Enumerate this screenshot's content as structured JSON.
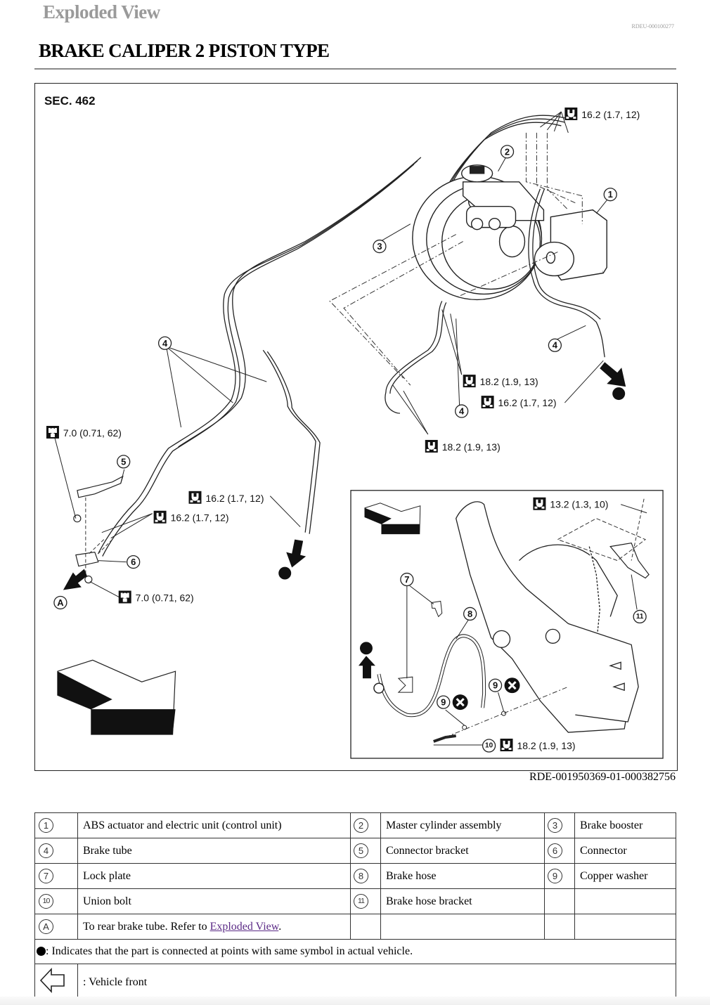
{
  "header": {
    "section_title": "Exploded View",
    "doc_id": "RDEU-000100277",
    "page_title": "BRAKE CALIPER 2 PISTON TYPE"
  },
  "figure": {
    "section_label": "SEC. 462",
    "reference_id": "RDE-001950369-01-000382756",
    "torque_labels": {
      "t1": "16.2 (1.7, 12)",
      "t2": "18.2 (1.9, 13)",
      "t3": "16.2 (1.7, 12)",
      "t4": "18.2 (1.9, 13)",
      "t5": "7.0 (0.71, 62)",
      "t6": "16.2 (1.7, 12)",
      "t7": "16.2 (1.7, 12)",
      "t8": "7.0 (0.71, 62)",
      "t9": "13.2 (1.3, 10)",
      "t10": "18.2 (1.9, 13)"
    },
    "callouts": {
      "c1": "1",
      "c2": "2",
      "c3": "3",
      "c4": "4",
      "c5": "5",
      "c6": "6",
      "c7": "7",
      "c8": "8",
      "c9": "9",
      "c10": "10",
      "c11": "11",
      "cA": "A"
    }
  },
  "legend": {
    "rows": [
      [
        {
          "num": "1",
          "label": "ABS actuator and electric unit (control unit)"
        },
        {
          "num": "2",
          "label": "Master cylinder assembly"
        },
        {
          "num": "3",
          "label": "Brake booster"
        }
      ],
      [
        {
          "num": "4",
          "label": "Brake tube"
        },
        {
          "num": "5",
          "label": "Connector bracket"
        },
        {
          "num": "6",
          "label": "Connector"
        }
      ],
      [
        {
          "num": "7",
          "label": "Lock plate"
        },
        {
          "num": "8",
          "label": "Brake hose"
        },
        {
          "num": "9",
          "label": "Copper washer"
        }
      ],
      [
        {
          "num": "10",
          "label": "Union bolt"
        },
        {
          "num": "11",
          "label": "Brake hose bracket"
        },
        {
          "num": "",
          "label": ""
        }
      ]
    ],
    "row_a": {
      "num": "A",
      "label_prefix": "To rear brake tube. Refer to ",
      "link": "Exploded View",
      "label_suffix": "."
    },
    "dot_note": ": Indicates that the part is connected at points with same symbol in actual vehicle.",
    "front_note": ": Vehicle front"
  }
}
